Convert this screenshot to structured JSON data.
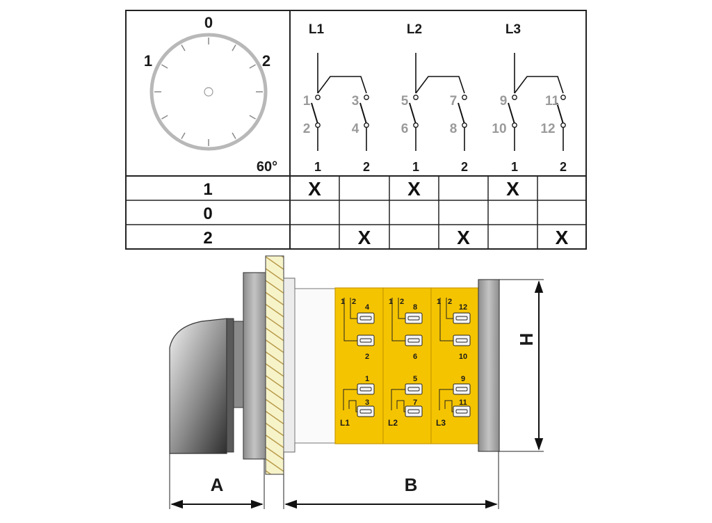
{
  "dial": {
    "positions": [
      {
        "label": "0"
      },
      {
        "label": "1"
      },
      {
        "label": "2"
      }
    ],
    "angle": "60°"
  },
  "phases": [
    {
      "name": "L1",
      "contacts": [
        {
          "top": "1",
          "bottom": "2",
          "col": "1"
        },
        {
          "top": "3",
          "bottom": "4",
          "col": "2"
        }
      ]
    },
    {
      "name": "L2",
      "contacts": [
        {
          "top": "5",
          "bottom": "6",
          "col": "1"
        },
        {
          "top": "7",
          "bottom": "8",
          "col": "2"
        }
      ]
    },
    {
      "name": "L3",
      "contacts": [
        {
          "top": "9",
          "bottom": "10",
          "col": "1"
        },
        {
          "top": "11",
          "bottom": "12",
          "col": "2"
        }
      ]
    }
  ],
  "table": {
    "mark": "X",
    "rows": [
      {
        "label": "1",
        "cells": [
          true,
          false,
          true,
          false,
          true,
          false
        ]
      },
      {
        "label": "0",
        "cells": [
          false,
          false,
          false,
          false,
          false,
          false
        ]
      },
      {
        "label": "2",
        "cells": [
          false,
          true,
          false,
          true,
          false,
          true
        ]
      }
    ]
  },
  "modules": [
    {
      "top_labels": [
        "1",
        "2",
        "4"
      ],
      "mid_label": "2",
      "lower_labels": [
        "1",
        "3"
      ],
      "phase": "L1"
    },
    {
      "top_labels": [
        "1",
        "2",
        "8"
      ],
      "mid_label": "6",
      "lower_labels": [
        "5",
        "7"
      ],
      "phase": "L2"
    },
    {
      "top_labels": [
        "1",
        "2",
        "12"
      ],
      "mid_label": "10",
      "lower_labels": [
        "9",
        "11"
      ],
      "phase": "L3"
    }
  ],
  "dimensions": {
    "a": "A",
    "b": "B",
    "h": "H"
  },
  "colors": {
    "module": "#f5c400",
    "module_border": "#c79a00",
    "plate": "#a8a8a8",
    "dial_ring": "#b8b8b8"
  }
}
